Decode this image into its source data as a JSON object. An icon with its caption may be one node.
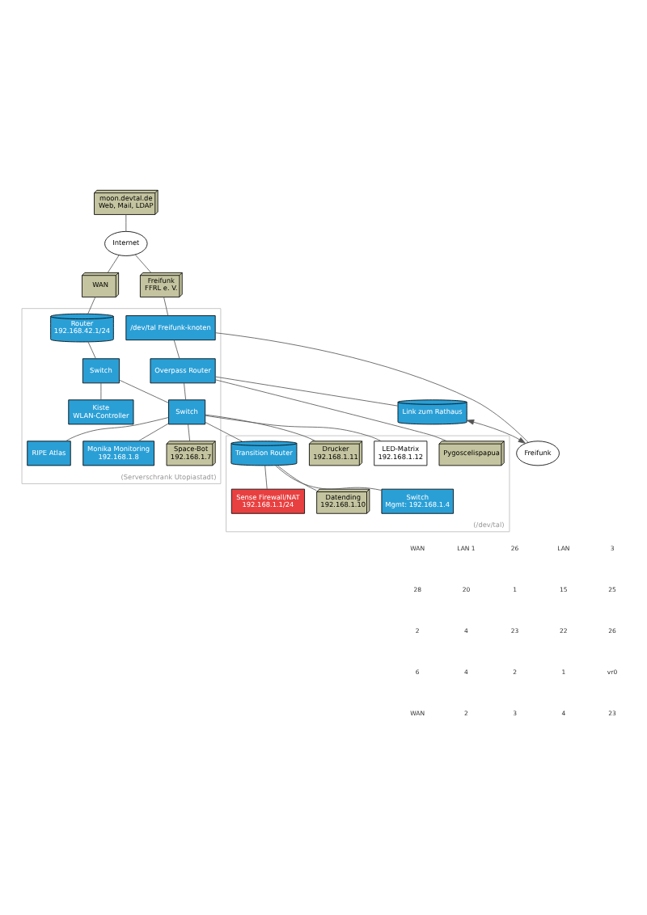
{
  "diagram": {
    "nodes": [
      {
        "text": [
          "moon.devtal.de",
          "Web, Mail, LDAP"
        ]
      },
      {
        "text": [
          "Internet"
        ]
      },
      {
        "text": [
          "WAN"
        ]
      },
      {
        "text": [
          "Freifunk",
          "FFRL e. V."
        ]
      },
      {
        "text": [
          "(Serverschrank Utopiastadt)"
        ]
      },
      {
        "text": [
          "Router",
          "192.168.42.1/24"
        ],
        "in": 4
      },
      {
        "text": [
          "/dev/tal Freifunk-knoten"
        ],
        "in": 4
      },
      {
        "text": [
          "Freifunk"
        ]
      },
      {
        "text": [
          "Switch"
        ],
        "in": 4
      },
      {
        "text": [
          "Kiste",
          "WLAN-Controller"
        ],
        "in": 4
      },
      {
        "text": [
          "Overpass Router"
        ],
        "in": 4
      },
      {
        "text": [
          "Link zum Rathaus"
        ]
      },
      {
        "text": [
          "Switch"
        ],
        "in": 4
      },
      {
        "text": [
          "RIPE Atlas"
        ],
        "in": 4
      },
      {
        "text": [
          "Monika Monitoring",
          "192.168.1.8"
        ],
        "in": 4
      },
      {
        "text": [
          "Space-Bot",
          "192.168.1.7"
        ],
        "in": 4
      },
      {
        "text": [
          "(/dev/tal)"
        ]
      },
      {
        "text": [
          "Pygoscelispapua"
        ],
        "in": 16
      },
      {
        "text": [
          "LED-Matrix",
          "192.168.1.12"
        ],
        "in": 16
      },
      {
        "text": [
          "Drucker",
          "192.168.1.11"
        ],
        "in": 16
      },
      {
        "text": [
          "Transition Router"
        ],
        "in": 16
      },
      {
        "text": [
          "Sense Firewall/NAT",
          "192.168.1.1/24"
        ],
        "in": 16
      },
      {
        "text": [
          "Datending",
          "192.168.1.10"
        ],
        "in": 16
      },
      {
        "text": [
          "Switch",
          "Mgmt: 192.168.1.4"
        ],
        "in": 16
      }
    ],
    "edges": [
      {
        "from": 0,
        "to": 1,
        "arrow": "none"
      },
      {
        "from": 1,
        "to": 2,
        "arrow": "none"
      },
      {
        "from": 1,
        "to": 3,
        "arrow": "none"
      },
      {
        "from": 2,
        "to": 5,
        "arrow": "none"
      },
      {
        "from": 3,
        "to": 6,
        "arrow": "none"
      },
      {
        "from": 6,
        "to": 7,
        "arrow": "none"
      },
      {
        "from": 5,
        "to": 8,
        "arrow": "none"
      },
      {
        "from": 6,
        "to": 10,
        "arrow": "none"
      },
      {
        "from": 8,
        "to": 9,
        "arrow": "none"
      },
      {
        "from": 8,
        "to": 12,
        "arrow": "none"
      },
      {
        "from": 10,
        "to": 11,
        "arrow": "none"
      },
      {
        "from": 11,
        "to": 7,
        "arrow": "both"
      },
      {
        "from": 10,
        "to": 12,
        "arrow": "none"
      },
      {
        "from": 10,
        "to": 17,
        "arrow": "none"
      },
      {
        "from": 12,
        "to": 13,
        "arrow": "none"
      },
      {
        "from": 12,
        "to": 14,
        "arrow": "none"
      },
      {
        "from": 12,
        "to": 15,
        "arrow": "none"
      },
      {
        "from": 12,
        "to": 18,
        "arrow": "none"
      },
      {
        "from": 12,
        "to": 19,
        "arrow": "none"
      },
      {
        "from": 12,
        "to": 20,
        "arrow": "none"
      },
      {
        "from": 20,
        "to": 21,
        "arrow": "none"
      },
      {
        "from": 20,
        "to": 22,
        "arrow": "none"
      },
      {
        "from": 20,
        "to": 23,
        "arrow": "none"
      }
    ],
    "labels": [
      "WAN",
      "LAN 1",
      "26",
      "LAN",
      "3",
      "28",
      "20",
      "1",
      "15",
      "25",
      "2",
      "4",
      "23",
      "22",
      "26",
      "6",
      "4",
      "2",
      "1",
      "vr0",
      "WAN",
      "2",
      "3",
      "4",
      "23"
    ]
  }
}
